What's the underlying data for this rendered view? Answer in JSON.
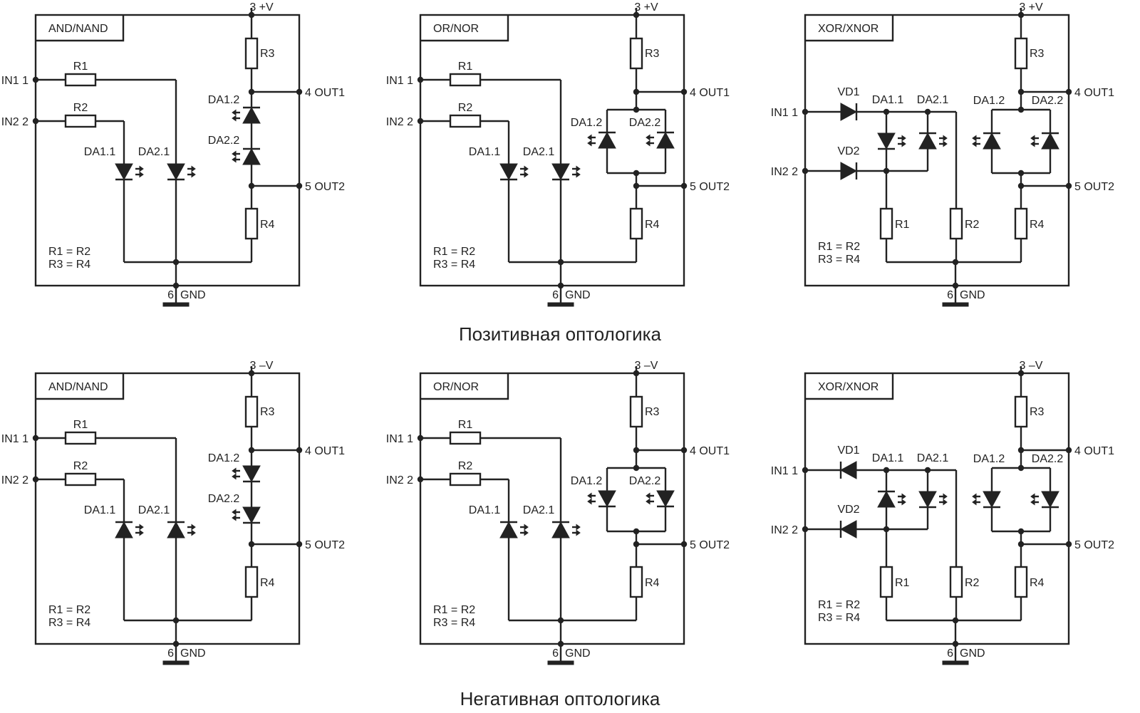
{
  "captions": {
    "positive": "Позитивная оптологика",
    "negative": "Негативная оптологика"
  },
  "rows": [
    {
      "supply": "3 +V",
      "polarity": "positive"
    },
    {
      "supply": "3 –V",
      "polarity": "negative"
    }
  ],
  "panel_titles": {
    "and": "AND/NAND",
    "or": "OR/NOR",
    "xor": "XOR/XNOR"
  },
  "pins": {
    "in1": "IN1 1",
    "in2": "IN2 2",
    "out1": "4 OUT1",
    "out2": "5 OUT2",
    "gnd_num": "6",
    "gnd": "GND"
  },
  "components": {
    "r1": "R1",
    "r2": "R2",
    "r3": "R3",
    "r4": "R4",
    "da11": "DA1.1",
    "da12": "DA1.2",
    "da21": "DA2.1",
    "da22": "DA2.2",
    "vd1": "VD1",
    "vd2": "VD2"
  },
  "notes": {
    "eq1": "R1 = R2",
    "eq2": "R3 = R4"
  }
}
